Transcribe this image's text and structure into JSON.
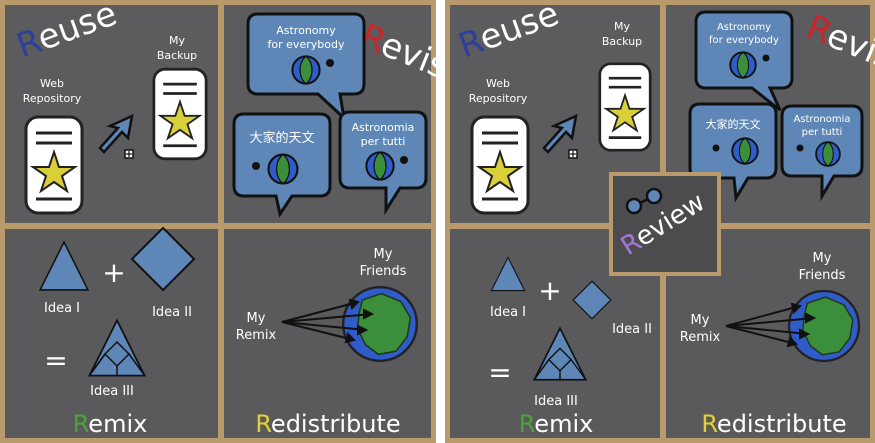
{
  "left": {
    "reuse": {
      "first": "R",
      "rest": "euse"
    },
    "web_repository": [
      "Web",
      "Repository"
    ],
    "my_backup": [
      "My",
      "Backup"
    ],
    "revise": {
      "first": "R",
      "rest": "evise"
    },
    "astronomy_en": [
      "Astronomy",
      "for everybody"
    ],
    "astronomy_zh": "大家的天文",
    "astronomy_it": [
      "Astronomia",
      "per tutti"
    ],
    "plus": "+",
    "equals": "=",
    "idea1": "Idea I",
    "idea2": "Idea II",
    "idea3": "Idea III",
    "remix": {
      "first": "R",
      "rest": "emix"
    },
    "my_remix": [
      "My",
      "Remix"
    ],
    "my_friends": [
      "My",
      "Friends"
    ],
    "redistribute": {
      "first": "R",
      "rest": "edistribute"
    }
  },
  "right": {
    "reuse": {
      "first": "R",
      "rest": "euse"
    },
    "web_repository": [
      "Web",
      "Repository"
    ],
    "my_backup": [
      "My",
      "Backup"
    ],
    "revise": {
      "first": "R",
      "rest": "evise"
    },
    "astronomy_en": [
      "Astronomy",
      "for everybody"
    ],
    "astronomy_zh": "大家的天文",
    "astronomy_it": [
      "Astronomia",
      "per tutti"
    ],
    "review": {
      "first": "R",
      "rest": "eview"
    },
    "plus": "+",
    "equals": "=",
    "idea1": "Idea I",
    "idea2": "Idea II",
    "idea3": "Idea III",
    "remix": {
      "first": "R",
      "rest": "emix"
    },
    "my_remix": [
      "My",
      "Remix"
    ],
    "my_friends": [
      "My",
      "Friends"
    ],
    "redistribute": {
      "first": "R",
      "rest": "edistribute"
    }
  },
  "colors": {
    "panel": "#5c5c5e",
    "border": "#b99a6d",
    "shape_fill": "#5e86b6",
    "reuse_r": "#2e3f9c",
    "revise_r": "#c8262a",
    "remix_r": "#4da23a",
    "redistribute_r": "#e2cf37",
    "review_r": "#a278d8",
    "star": "#d8cf3a",
    "globe_ring": "#2f5cc8",
    "globe_land": "#3c8f3a"
  },
  "icons": [
    "plus-icon",
    "arrow-icon",
    "star-icon",
    "globe-icon",
    "glasses-icon",
    "document-icon",
    "speech-bubble-icon"
  ]
}
